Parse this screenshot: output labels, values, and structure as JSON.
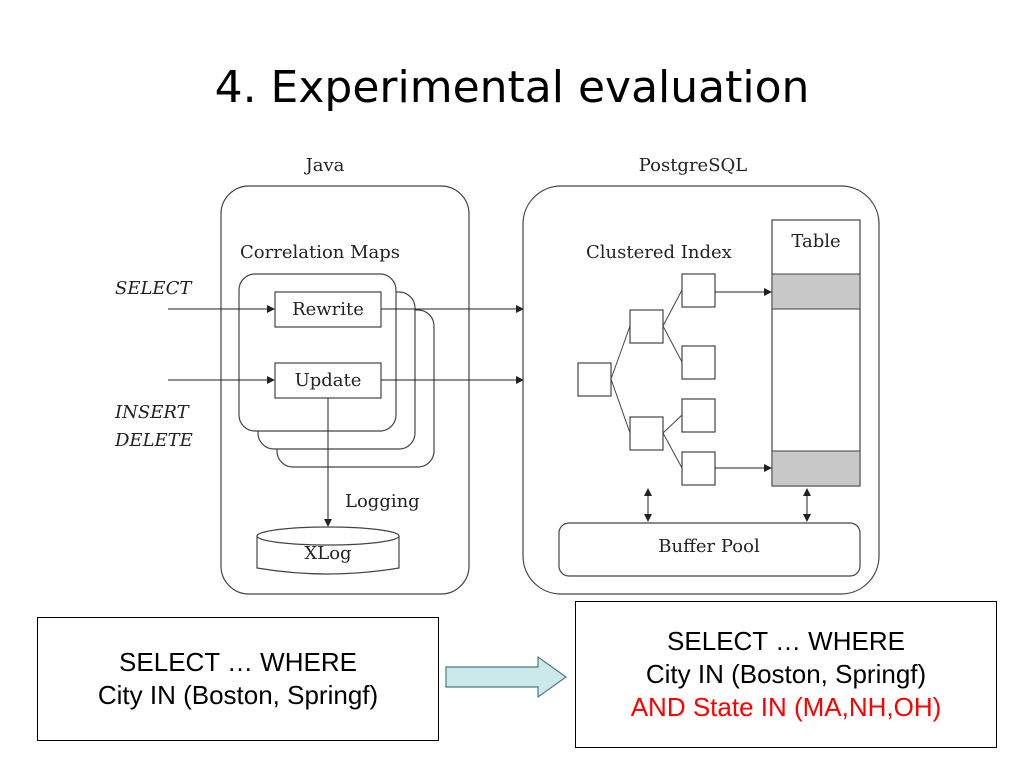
{
  "slide": {
    "title": "4. Experimental evaluation"
  },
  "diagram": {
    "java_label": "Java",
    "postgres_label": "PostgreSQL",
    "correlation_maps_label": "Correlation Maps",
    "rewrite_label": "Rewrite",
    "update_label": "Update",
    "select_label": "SELECT",
    "insert_label": "INSERT",
    "delete_label": "DELETE",
    "logging_label": "Logging",
    "xlog_label": "XLog",
    "clustered_index_label": "Clustered Index",
    "table_label": "Table",
    "buffer_pool_label": "Buffer Pool"
  },
  "queries": {
    "original": {
      "line1": "SELECT … WHERE",
      "line2": "City IN (Boston, Springf)"
    },
    "rewritten": {
      "line1": "SELECT … WHERE",
      "line2": "City IN (Boston, Springf)",
      "line3": "AND State IN (MA,NH,OH)"
    }
  },
  "colors": {
    "arrow_fill": "#cde8ea",
    "highlight_text": "#ff0000",
    "table_shaded": "#c8c8c8"
  }
}
